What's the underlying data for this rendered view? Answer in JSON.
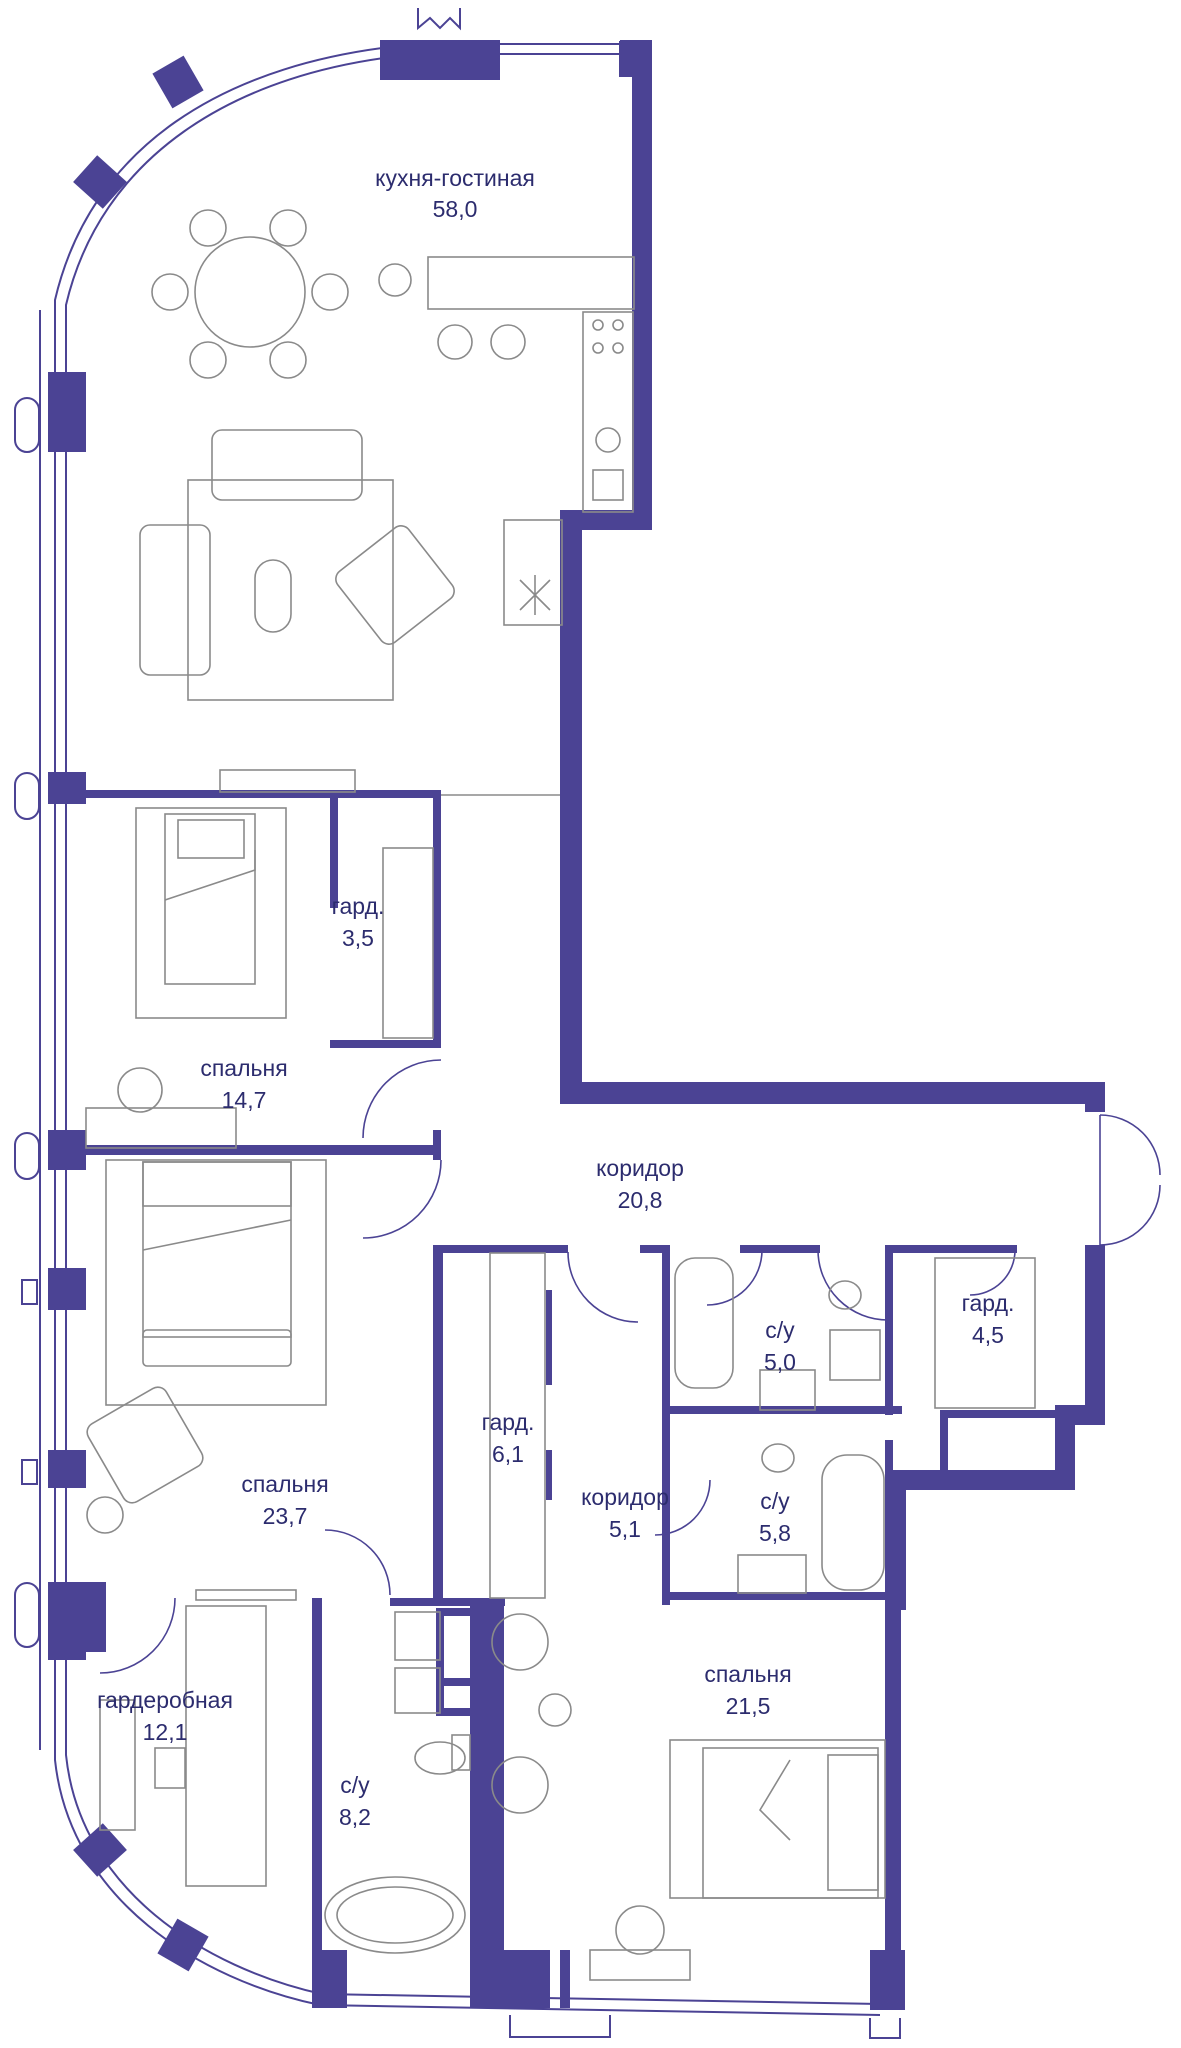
{
  "rooms": [
    {
      "name": "кухня-гостиная",
      "area": "58,0"
    },
    {
      "name": "гард.",
      "area": "3,5"
    },
    {
      "name": "спальня",
      "area": "14,7"
    },
    {
      "name": "коридор",
      "area": "20,8"
    },
    {
      "name": "с/у",
      "area": "5,0"
    },
    {
      "name": "гард.",
      "area": "4,5"
    },
    {
      "name": "спальня",
      "area": "23,7"
    },
    {
      "name": "гард.",
      "area": "6,1"
    },
    {
      "name": "коридор",
      "area": "5,1"
    },
    {
      "name": "с/у",
      "area": "5,8"
    },
    {
      "name": "гардеробная",
      "area": "12,1"
    },
    {
      "name": "с/у",
      "area": "8,2"
    },
    {
      "name": "спальня",
      "area": "21,5"
    }
  ],
  "colors": {
    "wall": "#4b4394",
    "text": "#2c2c6e",
    "furniture": "#8a8a8a"
  }
}
